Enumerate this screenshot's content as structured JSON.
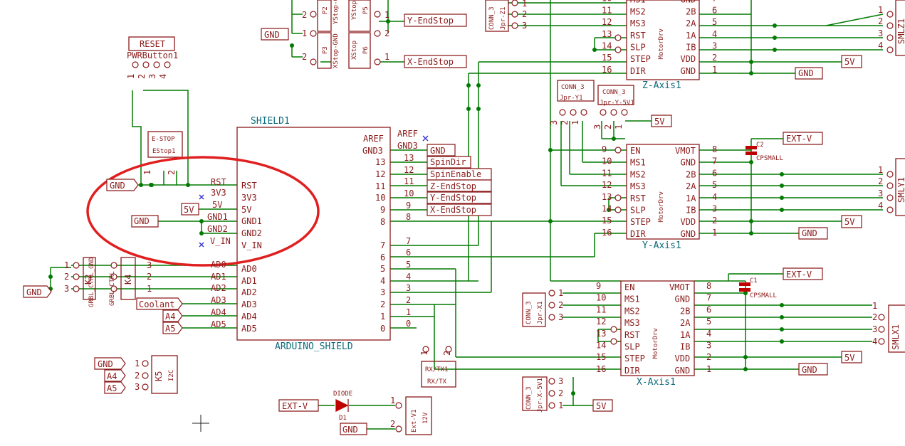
{
  "shield": {
    "ref": "SHIELD1",
    "value": "ARDUINO_SHIELD",
    "left_pins": [
      "RST",
      "3V3",
      "5V",
      "GND1",
      "GND2",
      "V_IN",
      "AD0",
      "AD1",
      "AD2",
      "AD3",
      "AD4",
      "AD5"
    ],
    "right_pins": [
      "AREF",
      "GND3",
      "13",
      "12",
      "11",
      "10",
      "9",
      "8",
      "7",
      "6",
      "5",
      "4",
      "3",
      "2",
      "1",
      "0"
    ]
  },
  "net_labels": {
    "gnd": "GND",
    "v5": "5V",
    "ext_v": "EXT-V",
    "coolant": "Coolant",
    "a4": "A4",
    "a5": "A5",
    "spindir": "SpinDir",
    "spinenable": "SpinEnable",
    "z_endstop": "Z-EndStop",
    "y_endstop": "Y-EndStop",
    "x_endstop": "X-EndStop"
  },
  "wire_labels": {
    "rst": "RST",
    "v33": "3V3",
    "v5": "5V",
    "gnd1": "GND1",
    "gnd2": "GND2",
    "vin": "V_IN",
    "ad0": "AD0",
    "ad1": "AD1",
    "ad2": "AD2",
    "ad3": "AD3",
    "ad4": "AD4",
    "ad5": "AD5",
    "aref": "AREF",
    "gnd3": "GND3"
  },
  "components": {
    "reset": {
      "ref": "RESET",
      "value": "PWRButton1"
    },
    "estop": {
      "ref": "E-STOP",
      "value": "EStop1"
    },
    "k2": {
      "ref": "K2",
      "value": "GRBL_CTRL_GND"
    },
    "k4": {
      "ref": "K4",
      "value": "GRBL_CTRL"
    },
    "k5": {
      "ref": "K5",
      "value": "I2C"
    },
    "rxtx": {
      "ref": "RX/TX1",
      "value": "RX/TX"
    },
    "diode": {
      "ref": "D1",
      "value": "DIODE"
    },
    "extv1": {
      "ref": "Ext-V1",
      "value": "12V"
    },
    "p2": "P2",
    "p3": "P3",
    "p5": "P5",
    "p6": "P6",
    "ystop": "YStop",
    "ystop_gnd": "YStop-GND",
    "xstop": "XStop",
    "xstop_gnd": "XStop-GND",
    "c1": {
      "ref": "C1",
      "value": "CPSMALL"
    },
    "c2": {
      "ref": "C2",
      "value": "CPSMALL"
    },
    "jpr_z1": {
      "ref": "Jpr-Z1",
      "value": "CONN_3"
    },
    "jpr_y1": {
      "ref": "Jpr-Y1",
      "value": "CONN_3"
    },
    "jpr_y_5v1": {
      "ref": "Jpr-Y-5V1",
      "value": "CONN_3"
    },
    "jpr_x1": {
      "ref": "Jpr-X1",
      "value": "CONN_3"
    },
    "jpr_x_5v1": {
      "ref": "Jpr-X-5V1",
      "value": "CONN_3"
    },
    "smlz1": "SMLZ1",
    "smly1": "SMLY1",
    "smlx1": "SMLX1"
  },
  "drivers": {
    "value": "MotorDrv",
    "left_pins": [
      "EN",
      "MS1",
      "MS2",
      "MS3",
      "RST",
      "SLP",
      "STEP",
      "DIR"
    ],
    "left_nums": [
      "9",
      "10",
      "11",
      "12",
      "13",
      "14",
      "15",
      "16"
    ],
    "right_pins": [
      "VMOT",
      "GND",
      "2B",
      "2A",
      "1A",
      "IB",
      "VDD",
      "GND"
    ],
    "right_nums": [
      "8",
      "7",
      "6",
      "5",
      "4",
      "3",
      "2",
      "1"
    ],
    "z_ref": "Z-Axis1",
    "y_ref": "Y-Axis1",
    "x_ref": "X-Axis1"
  }
}
